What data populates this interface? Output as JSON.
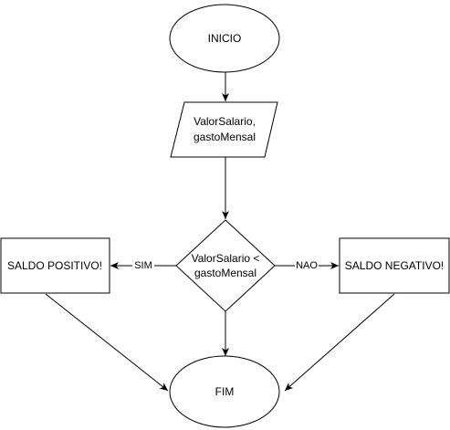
{
  "flowchart": {
    "nodes": {
      "start": {
        "shape": "ellipse",
        "label": "INICIO"
      },
      "input": {
        "shape": "parallelogram",
        "label_line1": "ValorSalario,",
        "label_line2": "gastoMensal"
      },
      "decision": {
        "shape": "diamond",
        "label_line1": "ValorSalario <",
        "label_line2": "gastoMensal"
      },
      "positive": {
        "shape": "rectangle",
        "label": "SALDO POSITIVO!"
      },
      "negative": {
        "shape": "rectangle",
        "label": "SALDO NEGATIVO!"
      },
      "end": {
        "shape": "ellipse",
        "label": "FIM"
      }
    },
    "edges": {
      "yes_label": "SIM",
      "no_label": "NAO"
    }
  },
  "colors": {
    "stroke": "#000000",
    "fill": "#ffffff",
    "text": "#000000"
  }
}
